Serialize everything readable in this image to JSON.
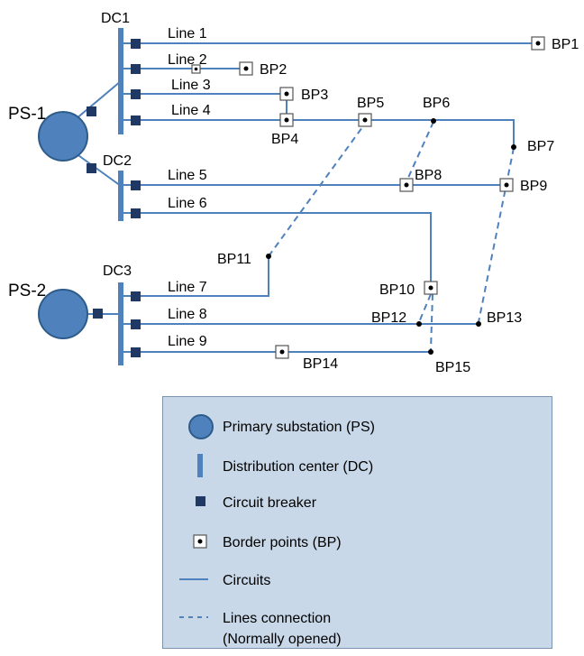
{
  "colors": {
    "line": "#4f81bd",
    "substation_fill": "#4f81bd",
    "substation_stroke": "#2e5c8a",
    "breaker": "#1f3864",
    "legend_bg": "#c8d8e8"
  },
  "substations": {
    "ps1": "PS-1",
    "ps2": "PS-2"
  },
  "dcs": {
    "dc1": "DC1",
    "dc2": "DC2",
    "dc3": "DC3"
  },
  "lines": {
    "l1": "Line 1",
    "l2": "Line 2",
    "l3": "Line 3",
    "l4": "Line 4",
    "l5": "Line 5",
    "l6": "Line 6",
    "l7": "Line 7",
    "l8": "Line 8",
    "l9": "Line 9"
  },
  "bps": {
    "bp1": "BP1",
    "bp2": "BP2",
    "bp3": "BP3",
    "bp4": "BP4",
    "bp5": "BP5",
    "bp6": "BP6",
    "bp7": "BP7",
    "bp8": "BP8",
    "bp9": "BP9",
    "bp10": "BP10",
    "bp11": "BP11",
    "bp12": "BP12",
    "bp13": "BP13",
    "bp14": "BP14",
    "bp15": "BP15"
  },
  "legend": {
    "ps": "Primary substation (PS)",
    "dc": "Distribution center (DC)",
    "cb": "Circuit breaker",
    "bp": "Border points (BP)",
    "circuits": "Circuits",
    "conn_line1": "Lines connection",
    "conn_line2": "(Normally opened)"
  }
}
